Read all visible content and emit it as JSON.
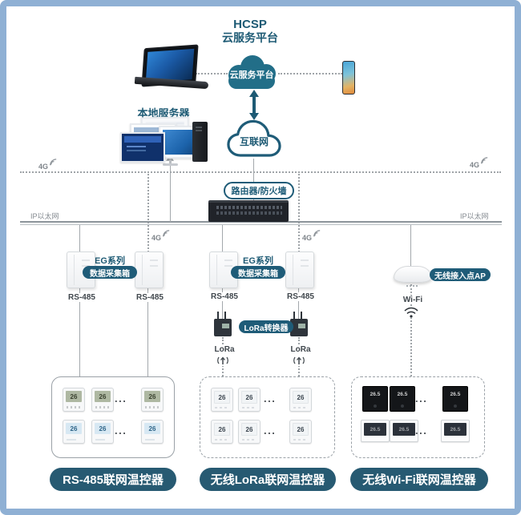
{
  "colors": {
    "accent": "#1d5a74",
    "pill": "#1f5c78",
    "group_pill": "#275a72",
    "cloud_fill": "#226e88",
    "frame": "#8fb0d4",
    "line_gray": "#a3a8ac"
  },
  "header": {
    "title_line1": "HCSP",
    "title_line2": "云服务平台"
  },
  "cloud": {
    "service_label": "云服务平台",
    "internet_label": "互联网"
  },
  "local_server": {
    "label": "本地服务器"
  },
  "backbone": {
    "router_label": "路由器/防火墙",
    "ethernet_label_left": "IP以太网",
    "ethernet_label_right": "IP以太网",
    "g4_top_left": "4G",
    "g4_top_right": "4G",
    "g4_mid_left": "4G",
    "g4_mid_right": "4G"
  },
  "collectors": {
    "left_series": "EG系列",
    "left_box_label": "数据采集箱",
    "mid_series": "EG系列",
    "mid_box_label": "数据采集箱",
    "rs485_1": "RS-485",
    "rs485_2": "RS-485",
    "rs485_3": "RS-485",
    "rs485_4": "RS-485",
    "lora_converter_label": "LoRa转换器",
    "lora_1": "LoRa",
    "lora_2": "LoRa",
    "ap_label": "无线接入点AP",
    "wifi_label": "Wi-Fi"
  },
  "groups": [
    {
      "label": "RS-485联网温控器",
      "temp": "26",
      "ellipsis": "..."
    },
    {
      "label": "无线LoRa联网温控器",
      "temp": "26",
      "ellipsis": "..."
    },
    {
      "label": "无线Wi-Fi联网温控器",
      "temp": "26.5",
      "ellipsis": "..."
    }
  ]
}
